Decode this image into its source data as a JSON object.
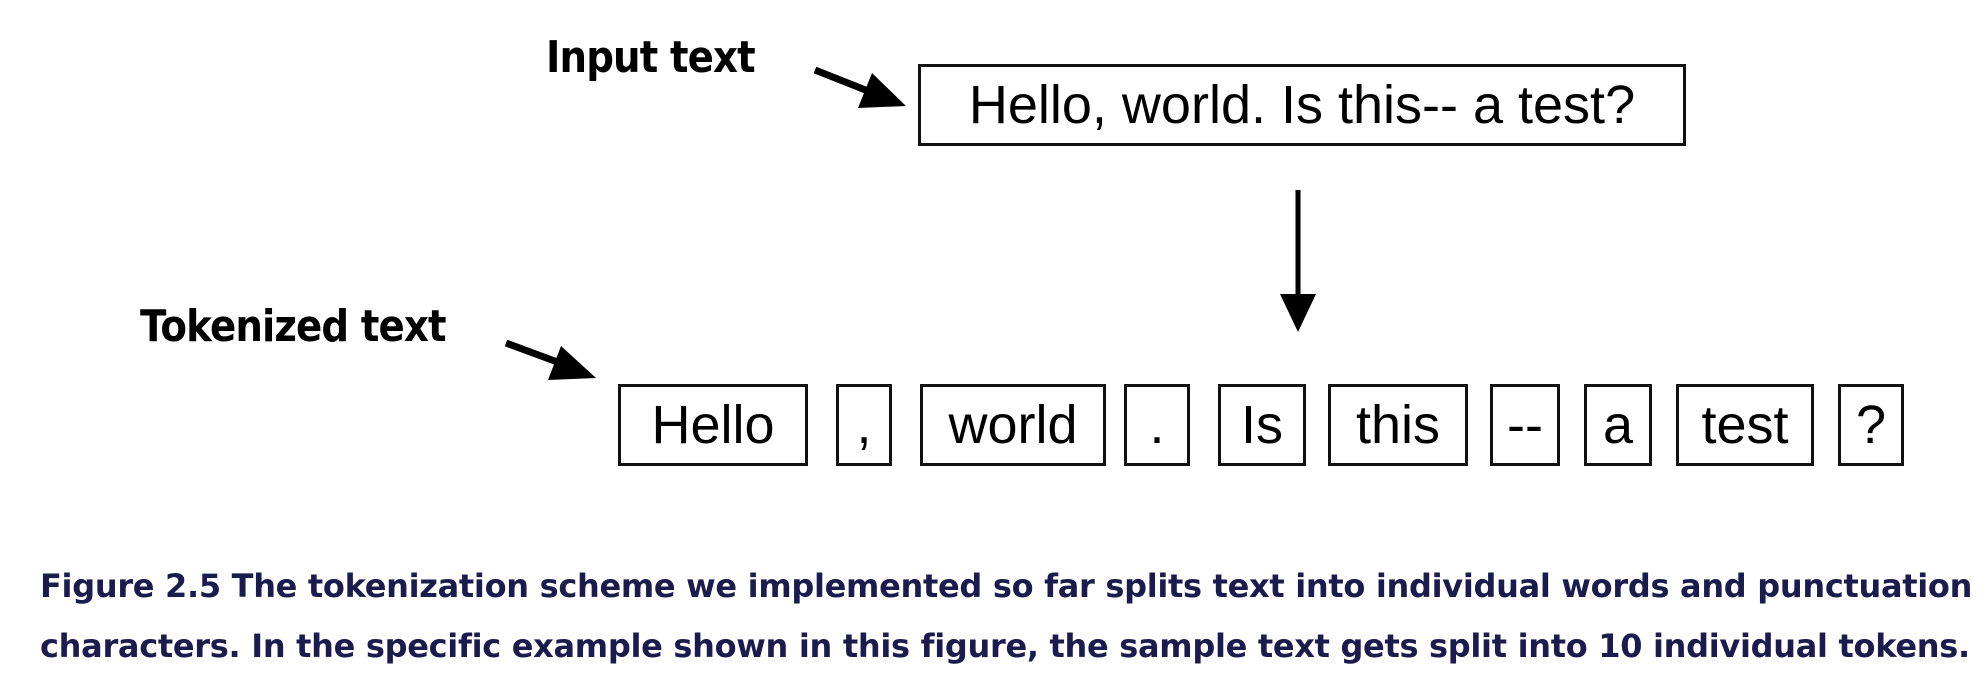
{
  "labels": {
    "input": "Input text",
    "tokenized": "Tokenized text"
  },
  "input_text": "Hello, world. Is this-- a test?",
  "tokens": [
    "Hello",
    ",",
    "world",
    ".",
    "Is",
    "this",
    "--",
    "a",
    "test",
    "?"
  ],
  "caption": {
    "line1": "Figure 2.5 The tokenization scheme we implemented so far splits text into individual words and punctuation",
    "line2": "characters. In the specific example shown in this figure, the sample text gets split into 10 individual tokens."
  }
}
